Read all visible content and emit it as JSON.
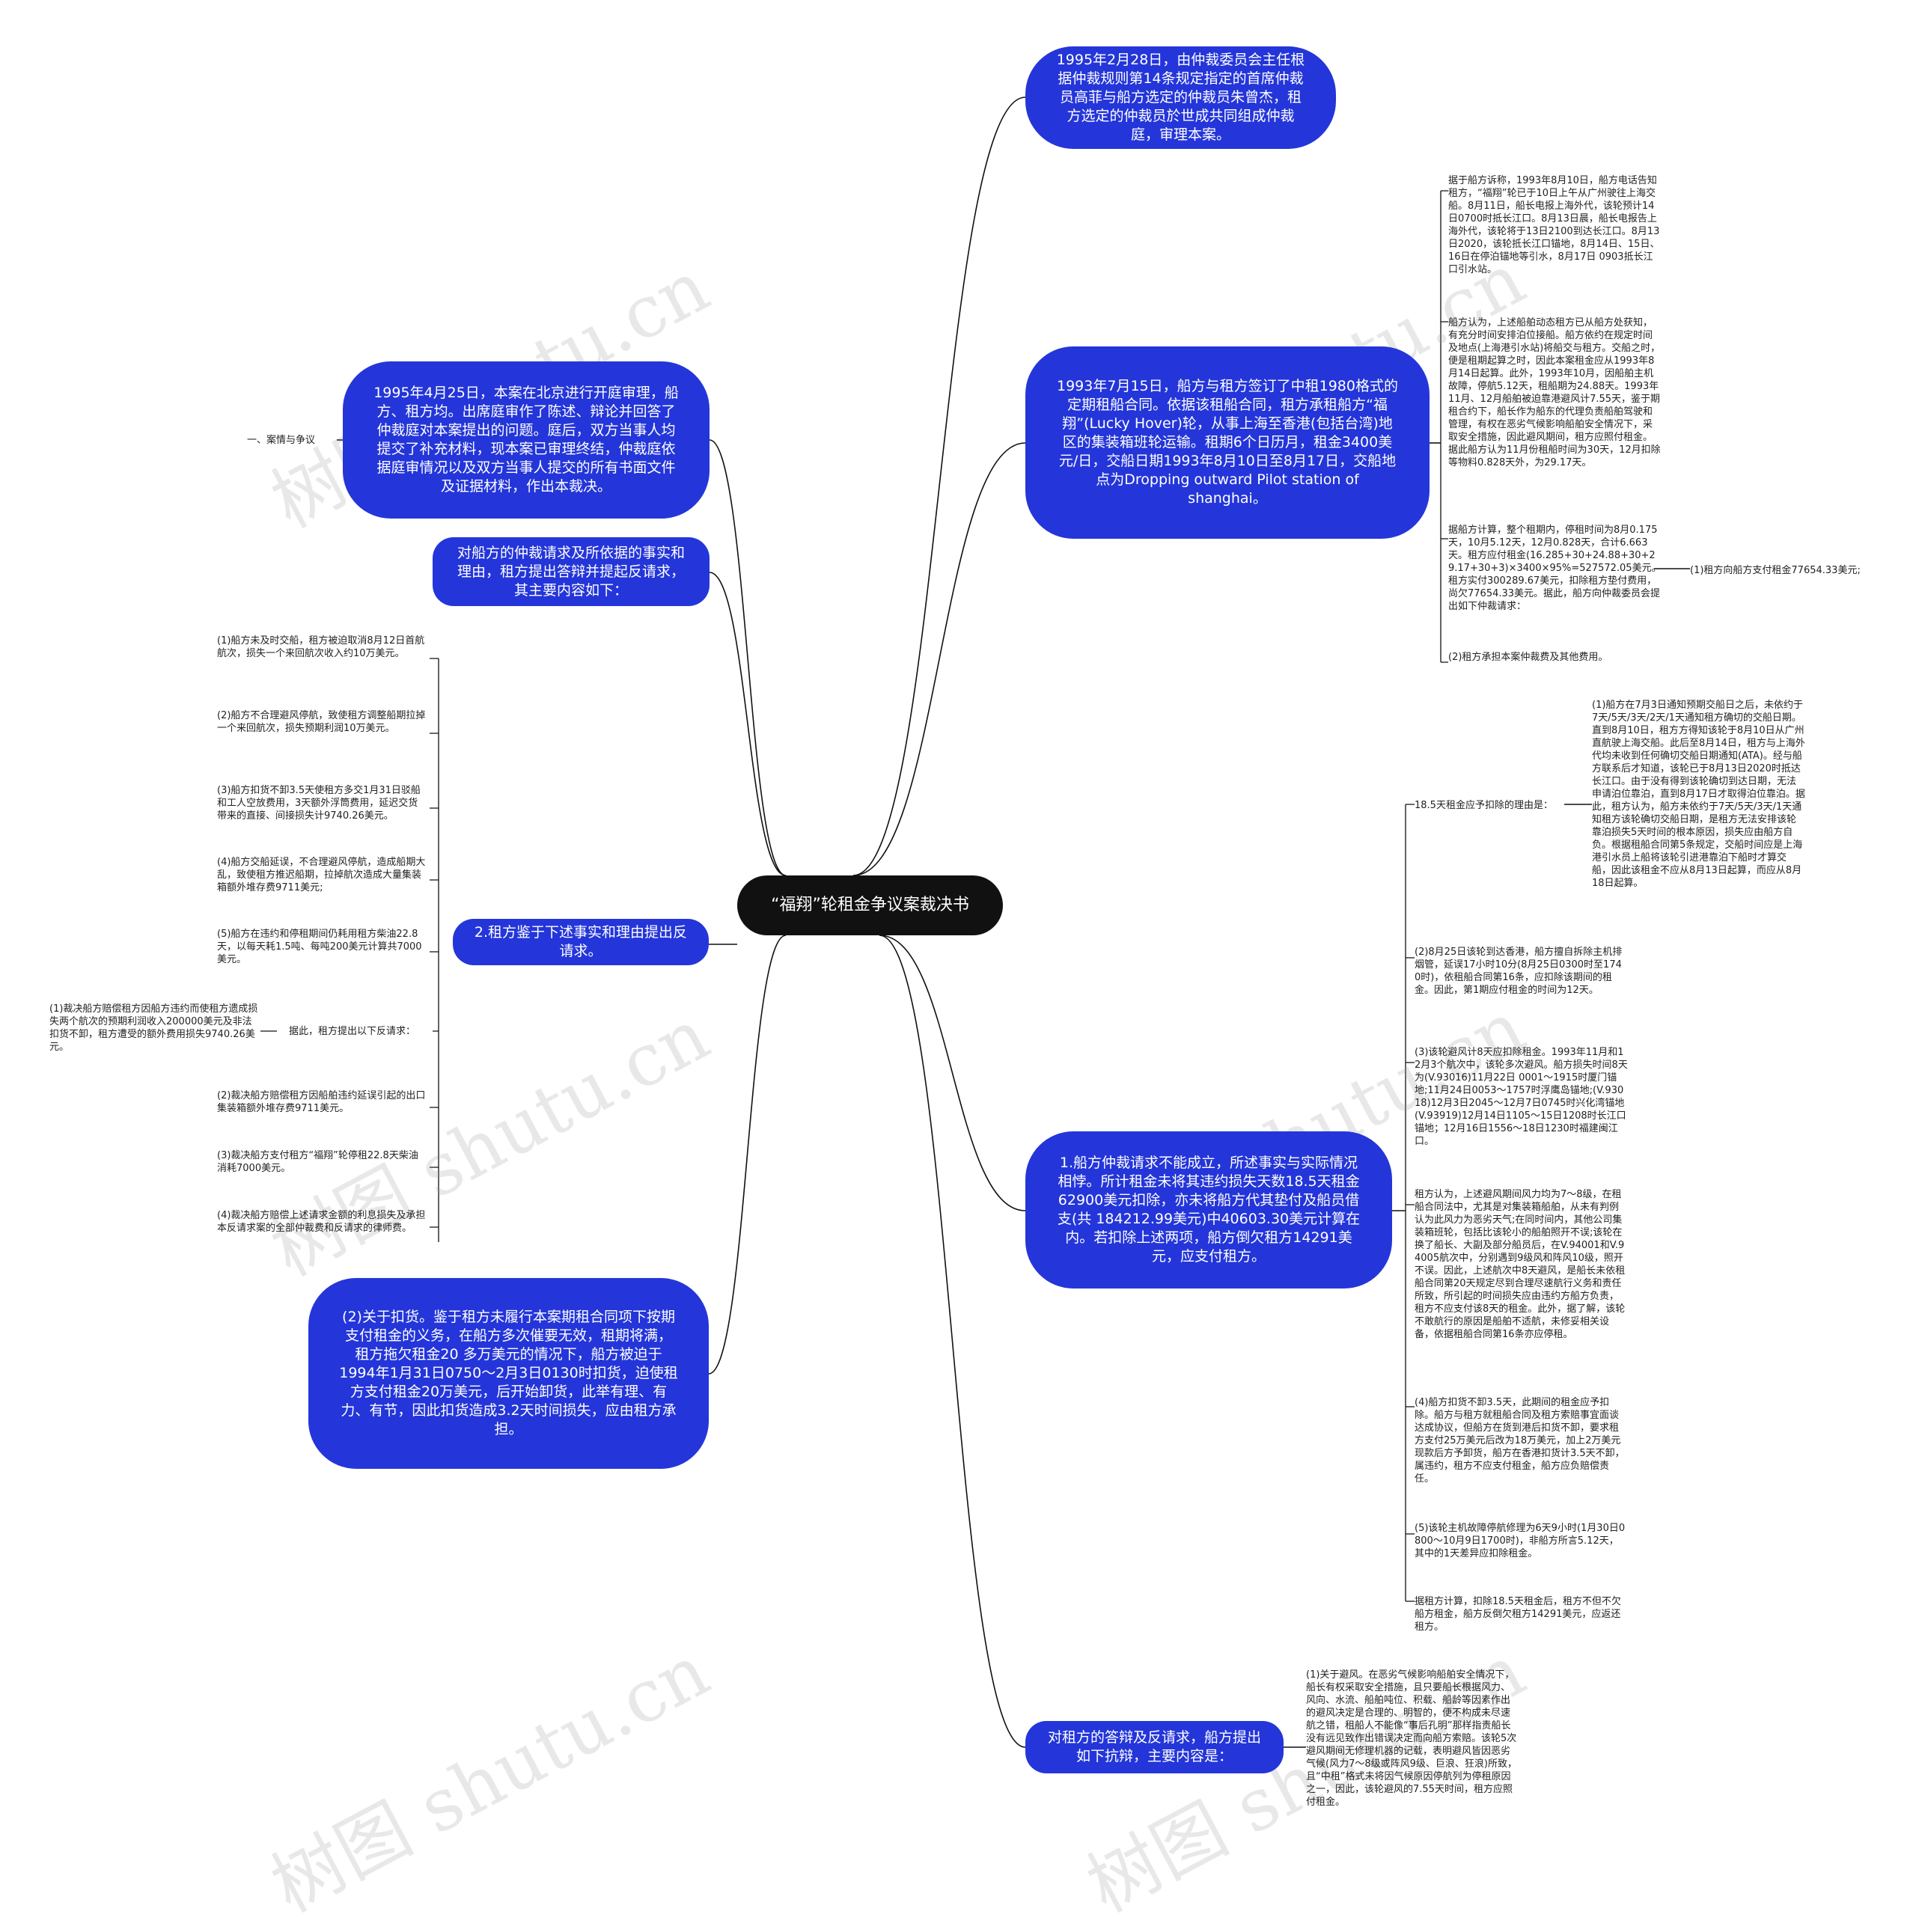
{
  "root": {
    "label": "“福翔”轮租金争议案裁决书"
  },
  "left": {
    "case_label": "一、案情与争议",
    "hearing": "1995年4月25日，本案在北京进行开庭审理，船方、租方均。出席庭审作了陈述、辩论并回答了仲裁庭对本案提出的问题。庭后，双方当事人均提交了补充材料，现本案已审理终结，仲裁庭依据庭审情况以及双方当事人提交的所有书面文件及证据材料，作出本裁决。",
    "reply_intro": "对船方的仲裁请求及所依据的事实和理由，租方提出答辩并提起反请求，其主要内容如下：",
    "counter_claim_title": "2.租方鉴于下述事实和理由提出反请求。",
    "counter_facts": [
      "(1)船方未及时交船，租方被迫取消8月12日首航航次，损失一个来回航次收入约10万美元。",
      "(2)船方不合理避风停航，致使租方调整船期拉掉一个来回航次，损失预期利润10万美元。",
      "(3)船方扣货不卸3.5天使租方多交1月31日驳船和工人空放费用，3天额外浮筒费用，延迟交货带来的直接、间接损失计9740.26美元。",
      "(4)船方交船延误，不合理避风停航，造成船期大乱，致使租方推迟船期，拉掉航次造成大量集装箱额外堆存费9711美元;",
      "(5)船方在违约和停租期间仍耗用租方柴油22.8天，以每天耗1.5吨、每吨200美元计算共7000美元。"
    ],
    "therefore_label": "据此，租方提出以下反请求：",
    "counter_requests": [
      "(1)裁决船方赔偿租方因船方违约而使租方遗成损失两个航次的预期利润收入200000美元及非法扣货不卸，租方遭受的额外费用损失9740.26美元。",
      "(2)裁决船方赔偿租方因船舶违约延误引起的出口集装箱额外堆存费9711美元。",
      "(3)裁决船方支付租方“福翔”轮停租22.8天柴油消耗7000美元。",
      "(4)裁决船方赔偿上述请求金额的利息损失及承担本反请求案的全部仲裁费和反请求的律师费。"
    ],
    "detention": "(2)关于扣货。鉴于租方未履行本案期租合同项下按期支付租金的义务，在船方多次催要无效，租期将满，租方拖欠租金20 多万美元的情况下，船方被迫于1994年1月31日0750～2月3日0130时扣货，迫使租方支付租金20万美元，后开始卸货，此举有理、有力、有节，因此扣货造成3.2天时间损失，应由租方承担。"
  },
  "right": {
    "tribunal": "1995年2月28日，由仲裁委员会主任根据仲裁规则第14条规定指定的首席仲裁员高菲与船方选定的仲裁员朱曾杰，租方选定的仲裁员於世成共同组成仲裁庭，审理本案。",
    "contract": "1993年7月15日，船方与租方签订了中租1980格式的定期租船合同。依据该租船合同，租方承租船方“福翔”(Lucky Hover)轮，从事上海至香港(包括台湾)地区的集装箱班轮运输。租期6个日历月，租金3400美元/日，交船日期1993年8月10日至8月17日，交船地点为Dropping outward Pilot station of shanghai。",
    "contract_details": [
      "据于船方诉称，1993年8月10日，船方电话告知租方，“福翔”轮已于10日上午从广州驶往上海交船。8月11日，船长电报上海外代，该轮预计14日0700时抵长江口。8月13日晨，船长电报告上海外代，该轮将于13日2100到达长江口。8月13日2020，该轮抵长江口锚地，8月14日、15日、16日在停泊锚地等引水，8月17日 0903抵长江口引水站。",
      "船方认为，上述船舶动态租方已从船方处获知，有充分时间安排泊位接船。船方依约在规定时间及地点(上海港引水站)将船交与租方。交船之时，便是租期起算之时，因此本案租金应从1993年8月14日起算。此外，1993年10月，因船舶主机故障，停航5.12天，租船期为24.88天。1993年11月、12月船舶被迫靠港避风计7.55天，鉴于期租合约下，船长作为船东的代理负责船舶驾驶和管理，有权在恶劣气候影响船舶安全情况下，采取安全措施，因此避风期间，租方应照付租金。据此船方认为11月份租船时间为30天，12月扣除等物料0.828天外，为29.17天。",
      "据船方计算，整个租期内，停租时间为8月0.175天，10月5.12天，12月0.828天，合计6.663天。租方应付租金(16.285+30+24.88+30+29.17+30+3)×3400×95%=527572.05美元。租方实付300289.67美元，扣除租方垫付费用，尚欠77654.33美元。据此，船方向仲裁委员会提出如下仲裁请求：",
      "(2)租方承担本案仲裁费及其他费用。"
    ],
    "claim_1": "(1)租方向船方支付租金77654.33美元;",
    "defense": "1.船方仲裁请求不能成立，所述事实与实际情况相悖。所计租金未将其违约损失天数18.5天租金62900美元扣除，亦未将船方代其垫付及船员借支(共 184212.99美元)中40603.30美元计算在内。若扣除上述两项，船方倒欠租方14291美元，应支付租方。",
    "deduct_label": "18.5天租金应予扣除的理由是：",
    "deduct_reason": "(1)船方在7月3日通知预期交船日之后，未依约于7天/5天/3天/2天/1天通知租方确切的交船日期。直到8月10日，租方方得知该轮于8月10日从广州直航驶上海交船。此后至8月14日，租方与上海外代均未收到任何确切交船日期通知(ATA)。经与船方联系后才知道，该轮已于8月13日2020时抵达长江口。由于没有得到该轮确切到达日期，无法申请泊位靠泊，直到8月17日才取得泊位靠泊。据此，租方认为，船方未依约于7天/5天/3天/1天通知租方该轮确切交船日期，是租方无法安排该轮靠泊损失5天时间的根本原因，损失应由船方自负。根据租船合同第5条规定，交船时间应是上海港引水员上船将该轮引进港靠泊下船时才算交船，因此该租金不应从8月13日起算，而应从8月18日起算。",
    "reasons": [
      "(2)8月25日该轮到达香港，船方擅自拆除主机排烟管，延误17小时10分(8月25日0300时至1740时)，依租船合同第16条，应扣除该期间的租金。因此，第1期应付租金的时间为12天。",
      "(3)该轮避风计8天应扣除租金。1993年11月和12月3个航次中，该轮多次避风。船方损失时间8天为(V.93016)11月22日 0001～1915时厦门锚地;11月24日0053～1757时浮鹰岛锚地;(V.93018)12月3日2045～12月7日0745时兴化湾锚地(V.93919)12月14日1105～15日1208时长江口锚地；12月16日1556～18日1230时福建闽江口。",
      "租方认为，上述避风期间风力均为7～8级，在租船合同法中，尤其是对集装箱船舶，从未有判例认为此风力为恶劣天气;在同时间内，其他公司集装箱班轮，包括比该轮小的船舶照开不误;该轮在换了船长、大副及部分船员后，在V.94001和V.94005航次中，分别遇到9级风和阵风10级，照开不误。因此，上述航次中8天避风，是船长未依租船合同第20天规定尽到合理尽速航行义务和责任所致，所引起的时间损失应由违约方船方负责，租方不应支付该8天的租金。此外，据了解，该轮不敢航行的原因是船舶不适航，未修妥相关设备，依据租船合同第16条亦应停租。",
      "(4)船方扣货不卸3.5天，此期间的租金应予扣除。船方与租方就租船合同及租方索赔事宜面谈达成协议，但船方在货到港后扣货不卸，要求租方支付25万美元后改为18万美元，加上2万美元现款后方予卸货，船方在香港扣货计3.5天不卸，属违约，租方不应支付租金，船方应负赔偿责任。",
      "(5)该轮主机故障停航修理为6天9小时(1月30日0800～10月9日1700时)，非船方所言5.12天，其中的1天差异应扣除租金。",
      "据租方计算，扣除18.5天租金后，租方不但不欠船方租金，船方反倒欠租方14291美元，应返还租方。"
    ],
    "rebuttal_title": "对租方的答辩及反请求，船方提出如下抗辩，主要内容是：",
    "rebuttal_detail": "(1)关于避风。在恶劣气候影响船舶安全情况下，船长有权采取安全措施，且只要船长根据风力、风向、水流、船舶吨位、积载、船龄等因素作出的避风决定是合理的、明智的，便不构成未尽速航之错，租船人不能像“事后孔明”那样指责船长没有远见致作出错误决定而向船方索赔。该轮5次避风期间无修理机器的记载，表明避风皆因恶劣气候(风力7～8级或阵风9级、巨浪、狂浪)所致，且“中租”格式未将因气候原因停航列为停租原因之一，因此，该轮避风的7.55天时间，租方应照付租金。"
  },
  "watermark": [
    "树图 shutu.cn",
    "树图 shutu.cn",
    "树图 shutu.cn",
    "树图 shutu.cn",
    "树图 shutu.cn",
    "树图 shutu.cn"
  ],
  "colors": {
    "node": "#2436d9",
    "root": "#111111",
    "line": "#111111"
  }
}
